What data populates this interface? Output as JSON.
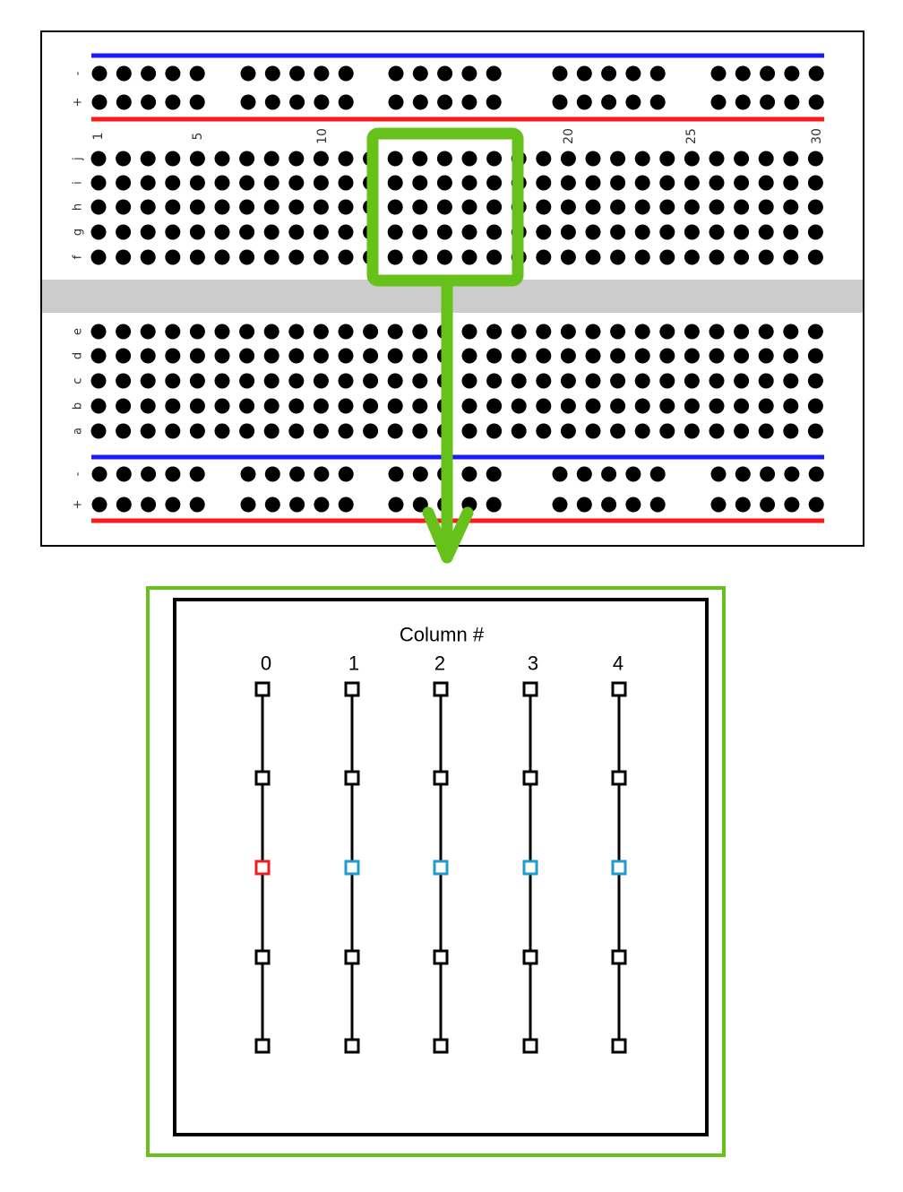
{
  "breadboard": {
    "rail_labels": {
      "minus": "-",
      "plus": "+"
    },
    "rows_top": [
      "j",
      "i",
      "h",
      "g",
      "f"
    ],
    "rows_bottom": [
      "e",
      "d",
      "c",
      "b",
      "a"
    ],
    "column_numbers": [
      "1",
      "5",
      "10",
      "20",
      "25",
      "30"
    ],
    "colors": {
      "minus_rail": "#1a1aff",
      "plus_rail": "#ff1a1a",
      "hole": "#000000",
      "divider": "#cccccc",
      "highlight": "#66c21b"
    }
  },
  "zoom": {
    "title": "Column #",
    "columns": [
      "0",
      "1",
      "2",
      "3",
      "4"
    ],
    "highlight_row": 2,
    "colors": {
      "first_highlight": "#ee1c24",
      "other_highlight": "#1f9bd0",
      "node_default": "#000000",
      "frame": "#66c21b"
    }
  }
}
